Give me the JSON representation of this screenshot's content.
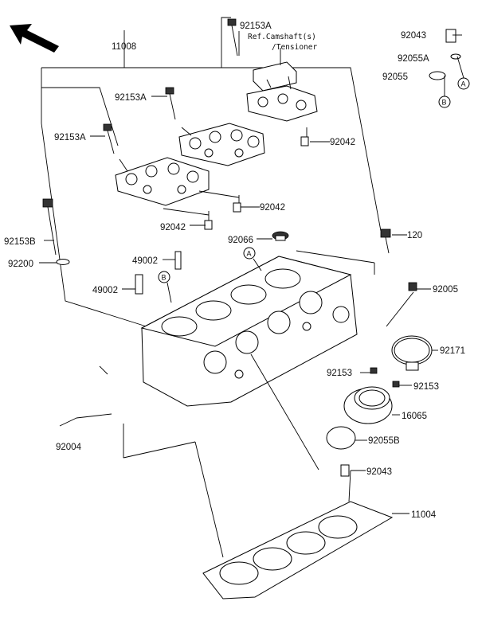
{
  "diagram": {
    "labels": {
      "l11008": "11008",
      "l92153A_top": "92153A",
      "ref_line1": "Ref.Camshaft(s)",
      "ref_line2": "/Tensioner",
      "l92043_top": "92043",
      "l92055A": "92055A",
      "l92055": "92055",
      "circle_A_right": "A",
      "circle_B_right": "B",
      "l92153A_mid": "92153A",
      "l92153A_left": "92153A",
      "l92042_right": "92042",
      "l92042_mid": "92042",
      "l92042_low": "92042",
      "l92153B": "92153B",
      "l92200": "92200",
      "l92066": "92066",
      "l120": "120",
      "l49002_a": "49002",
      "l49002_b": "49002",
      "circle_A_head": "A",
      "circle_B_head": "B",
      "l92005": "92005",
      "l92171": "92171",
      "l92153_a": "92153",
      "l92153_b": "92153",
      "l16065": "16065",
      "l92055B": "92055B",
      "l92004": "92004",
      "l92043_low": "92043",
      "l11004": "11004"
    }
  }
}
